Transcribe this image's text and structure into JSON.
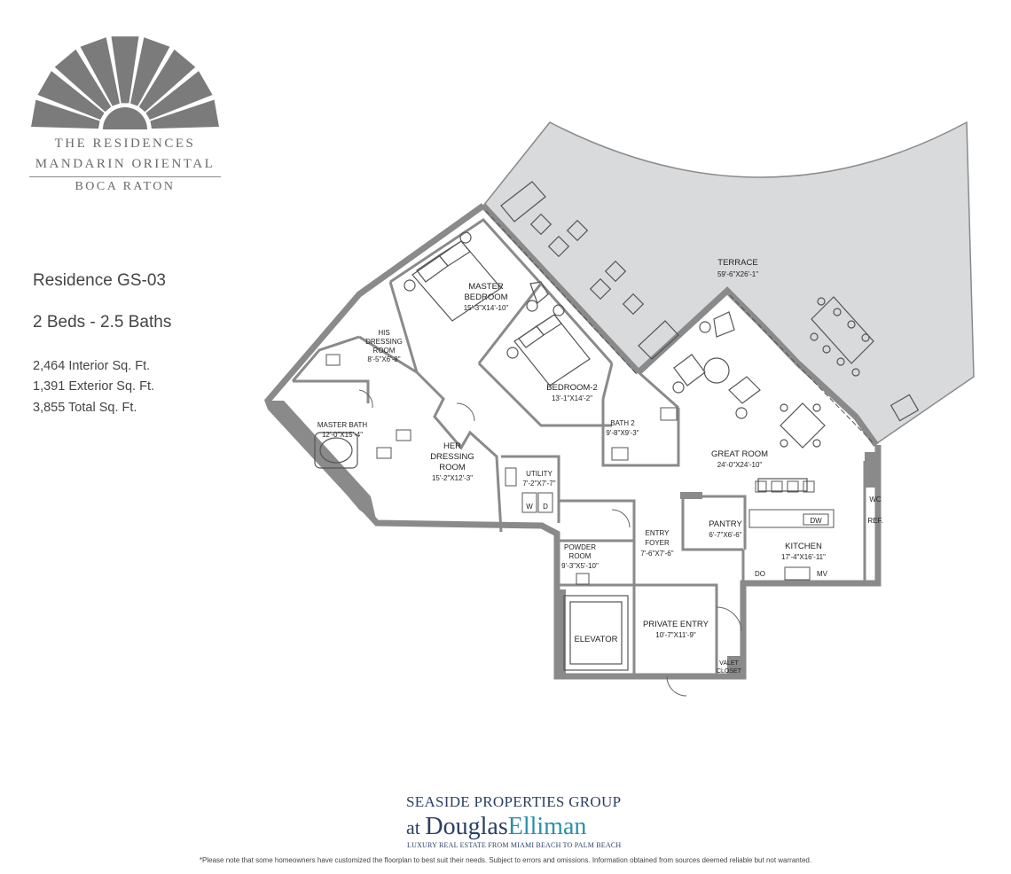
{
  "brand": {
    "line1": "THE RESIDENCES",
    "line2": "MANDARIN ORIENTAL",
    "line3": "BOCA RATON"
  },
  "residence": {
    "name": "Residence GS-03",
    "beds_baths": "2 Beds - 2.5 Baths",
    "interior": "2,464 Interior Sq. Ft.",
    "exterior": "1,391 Exterior Sq. Ft.",
    "total": "3,855 Total Sq. Ft."
  },
  "rooms": {
    "terrace": {
      "name": "TERRACE",
      "dim": "59'-6\"X26'-1\""
    },
    "master_bedroom": {
      "name1": "MASTER",
      "name2": "BEDROOM",
      "dim": "15'-3\"X14'-10\""
    },
    "his_dressing": {
      "name1": "HIS",
      "name2": "DRESSING",
      "name3": "ROOM",
      "dim": "8'-5\"X6'-8\""
    },
    "master_bath": {
      "name": "MASTER BATH",
      "dim": "12'-0\"X15'-4\""
    },
    "bedroom2": {
      "name": "BEDROOM-2",
      "dim": "13'-1\"X14'-2\""
    },
    "bath2": {
      "name": "BATH 2",
      "dim": "9'-8\"X9'-3\""
    },
    "great_room": {
      "name": "GREAT ROOM",
      "dim": "24'-0\"X24'-10\""
    },
    "her_dressing": {
      "name1": "HER",
      "name2": "DRESSING",
      "name3": "ROOM",
      "dim": "15'-2\"X12'-3\""
    },
    "utility": {
      "name": "UTILITY",
      "dim": "7'-2\"X7'-7\"",
      "w": "W",
      "d": "D"
    },
    "pantry": {
      "name": "PANTRY",
      "dim": "6'-7\"X6'-6\""
    },
    "kitchen": {
      "name": "KITCHEN",
      "dim": "17'-4\"X16'-11\"",
      "dw": "DW",
      "do": "DO",
      "mv": "MV",
      "wc": "WC",
      "ref": "REF."
    },
    "entry_foyer": {
      "name1": "ENTRY",
      "name2": "FOYER",
      "dim": "7'-6\"X7'-6\""
    },
    "powder_room": {
      "name1": "POWDER",
      "name2": "ROOM",
      "dim": "9'-3\"X5'-10\""
    },
    "elevator": {
      "name": "ELEVATOR"
    },
    "private_entry": {
      "name": "PRIVATE ENTRY",
      "dim": "10'-7\"X11'-9\""
    },
    "valet_closet": {
      "name1": "VALET",
      "name2": "CLOSET"
    }
  },
  "footer": {
    "group": "SEASIDE PROPERTIES GROUP",
    "at": "at",
    "douglas": "Douglas",
    "elliman": "Elliman",
    "tagline": "LUXURY REAL ESTATE FROM MIAMI BEACH TO PALM BEACH",
    "disclaimer": "*Please note that some homeowners have customized the floorplan to best suit their needs. Subject to errors and omissions. Information obtained from sources deemed reliable but not warranted."
  },
  "colors": {
    "wall": "#8a8a8a",
    "terrace": "#d8dadc",
    "brand_gray": "#6a6a6a",
    "elliman_teal": "#2a8fa8",
    "group_navy": "#2b3f63"
  }
}
